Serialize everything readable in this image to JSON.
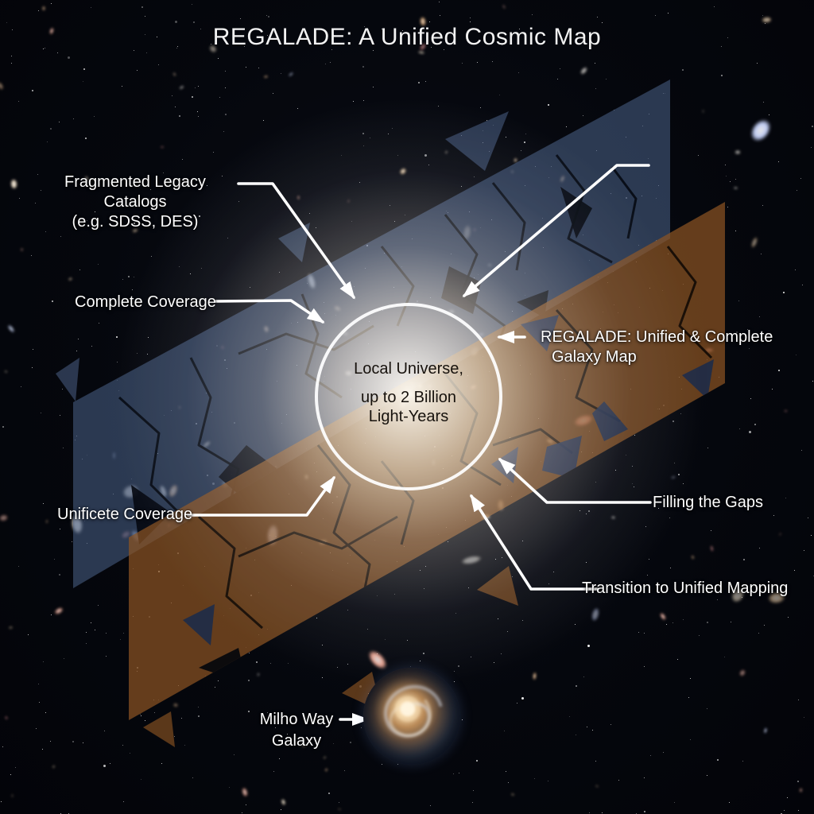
{
  "title": "REGALADE: A Unified Cosmic Map",
  "colors": {
    "background": "#05070d",
    "fragmented_band_blue": "#44597c",
    "unified_band_orange": "#8a5322",
    "pointer_line": "#ffffff",
    "label_text": "#ffffff",
    "center_text": "#17120d"
  },
  "labels": {
    "fragmented": {
      "line1": "Fragmented Legacy Catalogs",
      "line2": "(e.g. SDSS, DES)"
    },
    "complete": {
      "text": "Complete Coverage"
    },
    "regalade": {
      "line1": "REGALADE: Unified & Complete",
      "line2": "Galaxy Map"
    },
    "unificete": {
      "text": "Unificete Coverage"
    },
    "filling": {
      "text": "Filling the Gaps"
    },
    "transition": {
      "text": "Transition to Unified Mapping"
    },
    "milky_way": {
      "line1": "Milho Way",
      "line2": "Galaxy"
    }
  },
  "center_circle": {
    "line1": "Local Universe,",
    "line2": "up to 2 Billion",
    "line3": "Light-Years"
  }
}
